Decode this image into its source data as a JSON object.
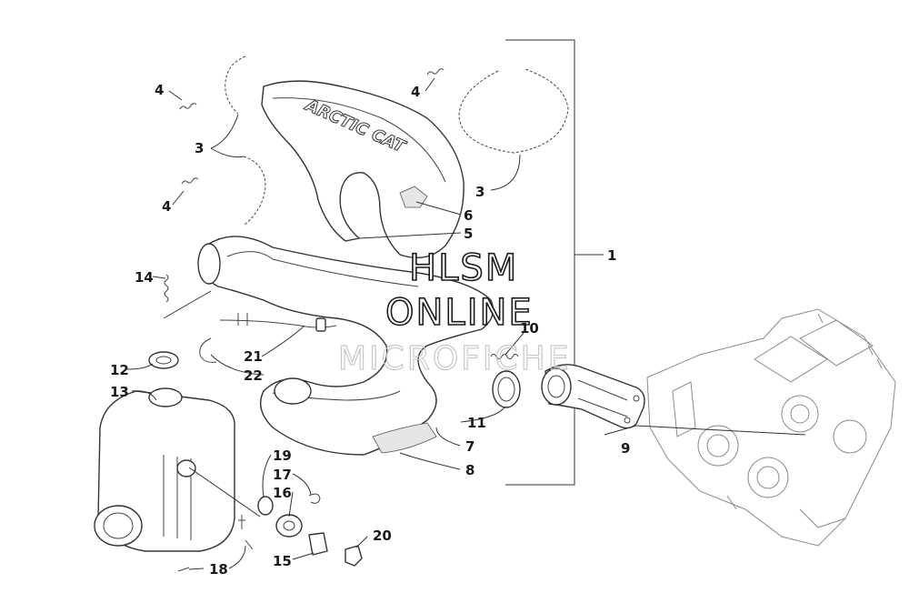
{
  "watermark": {
    "line1": "HLSM",
    "line2": "ONLINE",
    "line3": "MICROFICHE"
  },
  "logo_text": "ARCTIC CAT",
  "callouts": {
    "c1": "1",
    "c3a": "3",
    "c3b": "3",
    "c4a": "4",
    "c4b": "4",
    "c4c": "4",
    "c5": "5",
    "c6": "6",
    "c7": "7",
    "c8": "8",
    "c9": "9",
    "c10": "10",
    "c11": "11",
    "c12": "12",
    "c13": "13",
    "c14": "14",
    "c15": "15",
    "c16": "16",
    "c17": "17",
    "c18": "18",
    "c19": "19",
    "c20": "20",
    "c21": "21",
    "c22": "22"
  },
  "colors": {
    "line": "#333333",
    "engine": "#8a8a8a",
    "watermark_faint": "#c8c8c8"
  }
}
